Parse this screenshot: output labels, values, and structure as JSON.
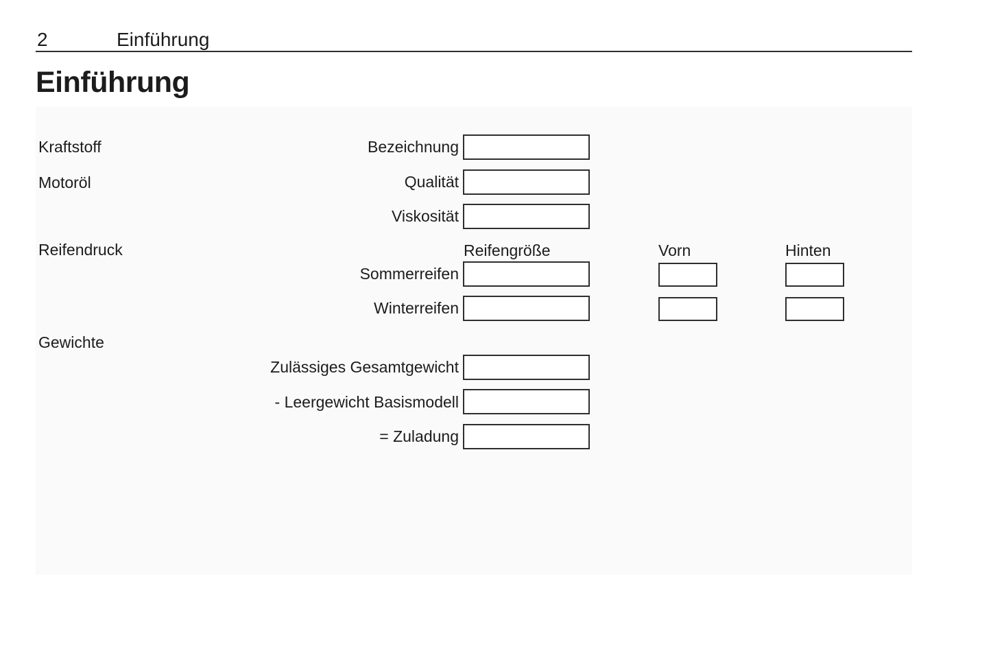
{
  "header": {
    "page_number": "2",
    "running_title": "Einführung"
  },
  "heading": "Einführung",
  "form": {
    "section_labels": {
      "kraftstoff": "Kraftstoff",
      "motoroel": "Motoröl",
      "reifendruck": "Reifendruck",
      "gewichte": "Gewichte"
    },
    "field_labels": {
      "bezeichnung": "Bezeichnung",
      "qualitaet": "Qualität",
      "viskositaet": "Viskosität",
      "sommerreifen": "Sommerreifen",
      "winterreifen": "Winterreifen",
      "gesamtgewicht": "Zulässiges Gesamtgewicht",
      "leergewicht": "- Leergewicht Basismodell",
      "zuladung": "= Zuladung"
    },
    "column_headers": {
      "reifengroesse": "Reifengröße",
      "vorn": "Vorn",
      "hinten": "Hinten"
    },
    "values": {
      "bezeichnung": "",
      "qualitaet": "",
      "viskositaet": "",
      "sommer_groesse": "",
      "sommer_vorn": "",
      "sommer_hinten": "",
      "winter_groesse": "",
      "winter_vorn": "",
      "winter_hinten": "",
      "gesamtgewicht": "",
      "leergewicht": "",
      "zuladung": ""
    }
  },
  "colors": {
    "text": "#1c1c1c",
    "panel_background": "#fafafa",
    "box_border": "#2e2e2e",
    "header_rule": "#2e2e2e"
  }
}
